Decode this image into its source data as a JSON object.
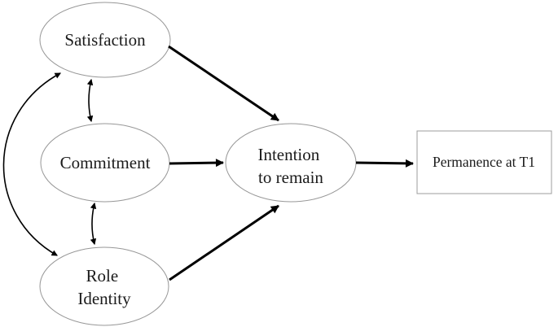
{
  "diagram": {
    "type": "path-model",
    "nodes": {
      "satisfaction": {
        "label": "Satisfaction",
        "shape": "ellipse"
      },
      "commitment": {
        "label": "Commitment",
        "shape": "ellipse"
      },
      "role_identity": {
        "label_line1": "Role",
        "label_line2": "Identity",
        "shape": "ellipse"
      },
      "intention_to_remain": {
        "label_line1": "Intention",
        "label_line2": "to remain",
        "shape": "ellipse"
      },
      "permanence": {
        "label": "Permanence at T1",
        "shape": "rectangle"
      }
    },
    "edges": [
      {
        "from": "Satisfaction",
        "to": "Intention to remain",
        "style": "directed-thick"
      },
      {
        "from": "Commitment",
        "to": "Intention to remain",
        "style": "directed-thick"
      },
      {
        "from": "Role Identity",
        "to": "Intention to remain",
        "style": "directed-thick"
      },
      {
        "from": "Intention to remain",
        "to": "Permanence at T1",
        "style": "directed-thick"
      },
      {
        "from": "Satisfaction",
        "to": "Commitment",
        "style": "bidirectional-thin"
      },
      {
        "from": "Commitment",
        "to": "Role Identity",
        "style": "bidirectional-thin"
      },
      {
        "from": "Satisfaction",
        "to": "Role Identity",
        "style": "bidirectional-thin-arc"
      }
    ],
    "colors": {
      "node_outline": "#979797",
      "arrow": "#000000",
      "text": "#1b1b1b",
      "background": "#ffffff"
    }
  }
}
